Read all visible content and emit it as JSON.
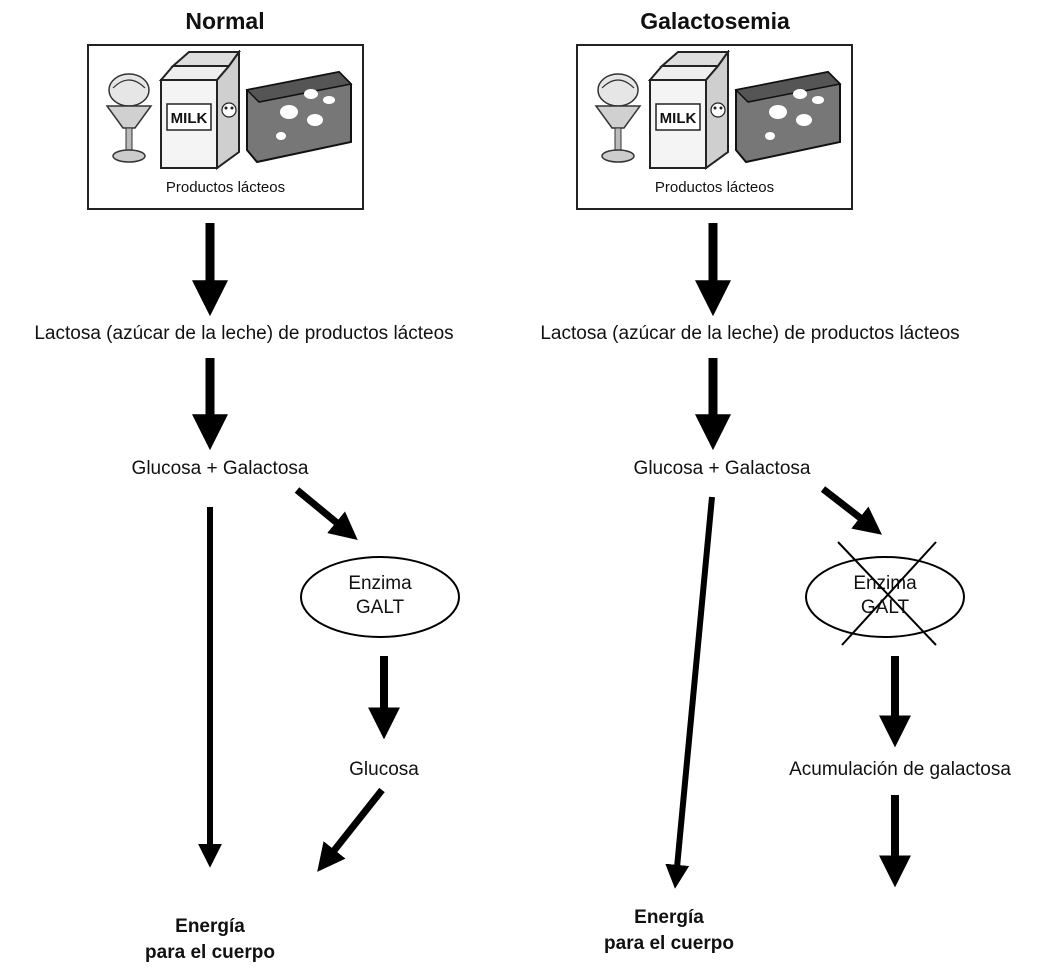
{
  "panels": {
    "normal": {
      "title": "Normal",
      "box_caption": "Productos lácteos",
      "lactose": "Lactosa (azúcar de la leche) de productos lácteos",
      "glucose_galactose": "Glucosa + Galactosa",
      "enzyme_line1": "Enzima",
      "enzyme_line2": "GALT",
      "glucose": "Glucosa",
      "energy_line1": "Energía",
      "energy_line2": "para el cuerpo"
    },
    "galactosemia": {
      "title": "Galactosemia",
      "box_caption": "Productos lácteos",
      "lactose": "Lactosa (azúcar de la leche) de productos lácteos",
      "glucose_galactose": "Glucosa + Galactosa",
      "enzyme_line1": "Enzima",
      "enzyme_line2": "GALT",
      "accumulation": "Acumulación de galactosa",
      "energy_line1": "Energía",
      "energy_line2": "para el cuerpo"
    }
  },
  "dairy_items": {
    "milk_carton_text": "MILK"
  },
  "icons": [
    "ice-cream-sundae-icon",
    "milk-carton-icon",
    "cheese-wedge-icon"
  ]
}
